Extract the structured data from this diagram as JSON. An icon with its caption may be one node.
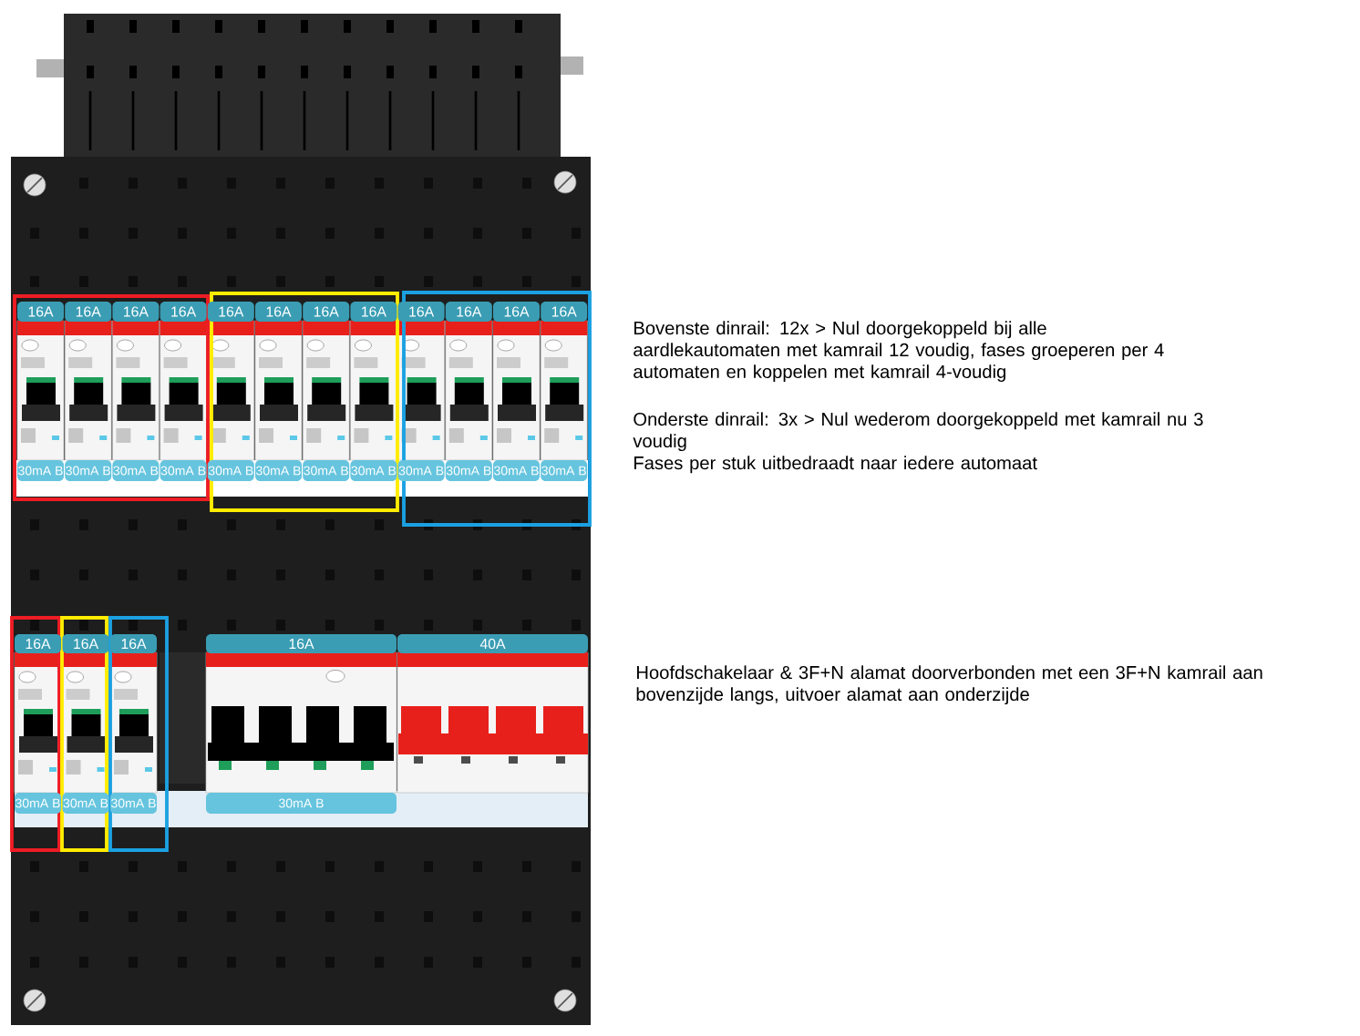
{
  "diagram": {
    "labels": [
      "16A",
      "16A",
      "16A",
      "16A",
      "16A",
      "16A",
      "16A",
      "16A",
      "16A",
      "16A",
      "16A",
      "16A",
      "30mA B",
      "30mA B",
      "30mA B",
      "30mA B",
      "30mA B",
      "30mA B",
      "30mA B",
      "30mA B",
      "30mA B",
      "30mA B",
      "30mA B",
      "30mA B",
      "16A",
      "16A",
      "16A",
      "16A",
      "40A",
      "30mA B",
      "30mA B",
      "30mA B",
      "30mA B",
      "Bovenste dinrail: 12x > Nul doorgekoppeld bij alle aardlekautomaten met kamrail 12 voudig, fases groeperen per 4 automaten en koppelen met kamrail 4-voudig",
      "Onderste dinrail: 3x > Nul wederom doorgekoppeld met kamrail nu 3 voudig",
      "Fases per stuk uitbedraadt naar iedere automaat",
      "Hoofdschakelaar & 3F+N alamat doorverbonden met een 3F+N kamrail aan bovenzijde langs, uitvoer alamat aan onderzijde"
    ]
  }
}
